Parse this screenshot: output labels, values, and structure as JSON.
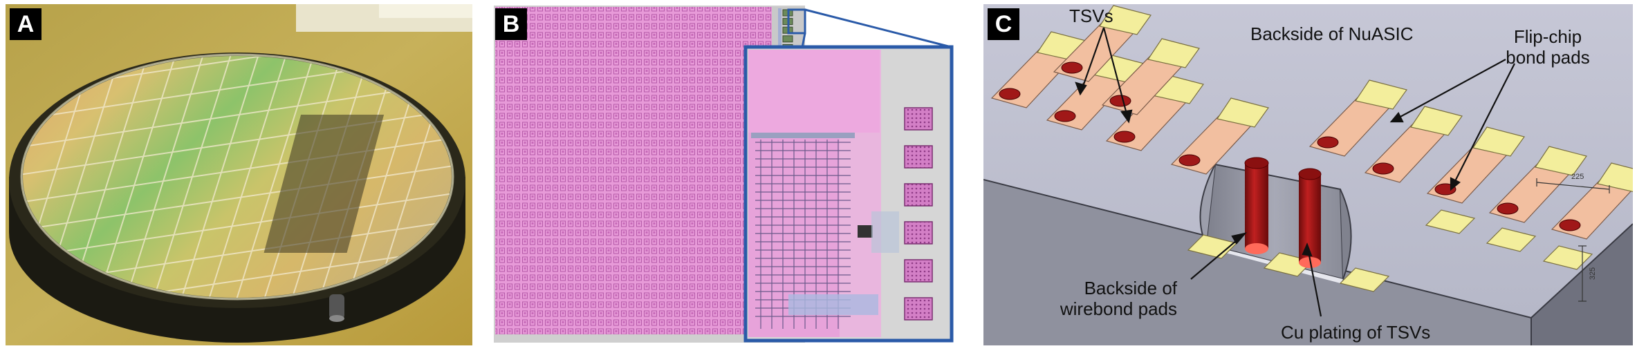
{
  "panels": {
    "a": {
      "label": "A"
    },
    "b": {
      "label": "B"
    },
    "c": {
      "label": "C",
      "annotations": {
        "tsvs": "TSVs",
        "backside_nuasic": "Backside of NuASIC",
        "flip_chip_line1": "Flip-chip",
        "flip_chip_line2": "bond pads",
        "wirebond_line1": "Backside of",
        "wirebond_line2": "wirebond pads",
        "cu_plating": "Cu plating of TSVs"
      },
      "dimensions": {
        "d1": "225",
        "d2": "325"
      }
    }
  },
  "colors": {
    "pad_pink": "#f2bfa0",
    "pad_yellow": "#f3ee9c",
    "tsv_red": "#a01818",
    "chip_top": "#c9cad6",
    "chip_side": "#8d8f9c",
    "layout_magenta": "#e79ad8",
    "inset_border": "#2a5aa8"
  }
}
